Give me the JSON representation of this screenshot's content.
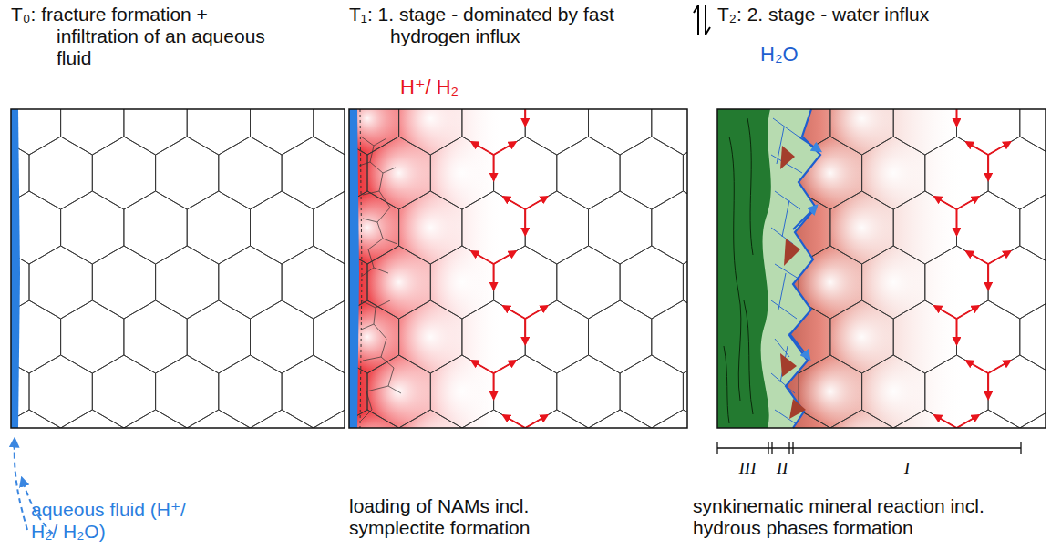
{
  "diagram": {
    "nodes": [
      {
        "text": [
          "T₀: fracture formation + infiltration of an aqueous fluid"
        ]
      },
      {
        "text": [
          "T₁: 1. stage - dominated by fast hydrogen influx",
          "H⁺/ H₂",
          "loading of NAMs incl. symplectite formation"
        ]
      },
      {
        "text": [
          "T₂: 2. stage - water influx",
          "H₂O",
          "synkinematic mineral reaction incl. hydrous phases formation"
        ]
      }
    ],
    "labels": [
      "aqueous fluid (H⁺/ H₂/ H₂O)",
      "III",
      "II",
      "I"
    ]
  }
}
